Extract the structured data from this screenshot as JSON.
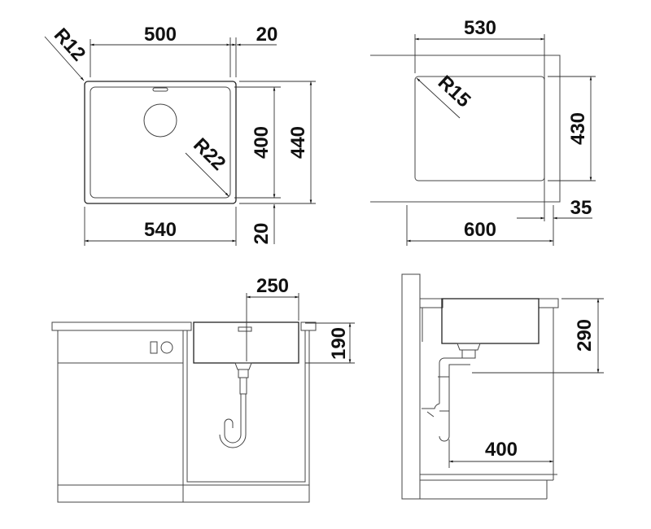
{
  "top_view": {
    "width_inner": "500",
    "rim_right": "20",
    "radius_outer": "R12",
    "radius_inner": "R22",
    "height_inner": "400",
    "height_outer": "440",
    "rim_bottom": "20",
    "width_outer": "540"
  },
  "cutout_view": {
    "cutout_width": "530",
    "cutout_radius": "R15",
    "cutout_height": "430",
    "edge_offset": "35",
    "cabinet_width": "600"
  },
  "front_view": {
    "drain_offset": "250",
    "bowl_depth": "190"
  },
  "side_view": {
    "drain_height": "290",
    "cabinet_depth": "400"
  }
}
